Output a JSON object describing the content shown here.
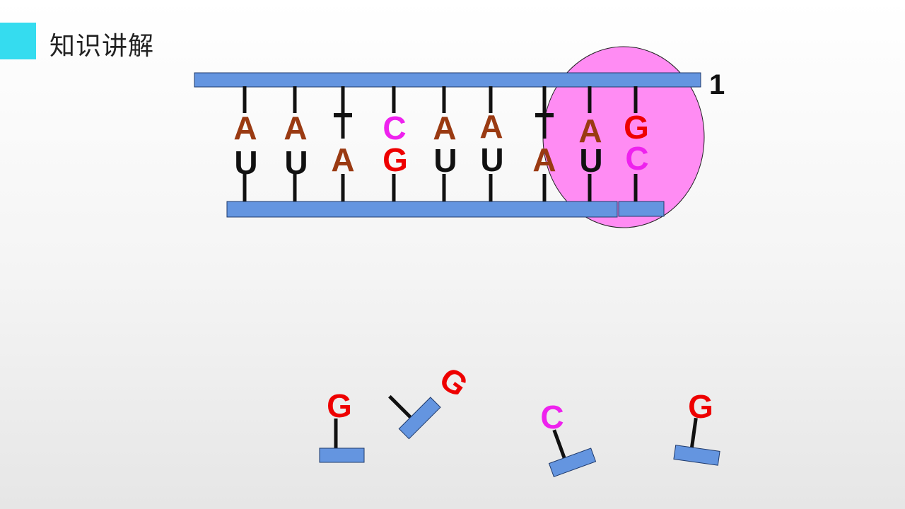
{
  "slide": {
    "title": "知识讲解",
    "accent_color": "#35dcef"
  },
  "strand_color": "#6495e0",
  "highlight_color": "#ff8cf3",
  "colors": {
    "A": "#9a3a12",
    "U": "#111111",
    "T": "#111111",
    "C": "#ee22ee",
    "G": "#ee0000"
  },
  "diagram": {
    "strand_label": "1",
    "top_bases": [
      "A",
      "A",
      "T",
      "C",
      "A",
      "A",
      "T",
      "A",
      "G"
    ],
    "bottom_bases": [
      "U",
      "U",
      "A",
      "G",
      "U",
      "U",
      "A",
      "U",
      "C"
    ],
    "free_nucleotides": [
      "G",
      "G",
      "C",
      "G"
    ]
  }
}
